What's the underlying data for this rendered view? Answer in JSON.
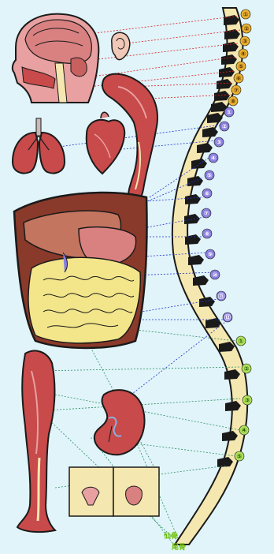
{
  "diagram": {
    "colors": {
      "background": "#e0f4fa",
      "bone": "#f5e7b0",
      "bone_shadow": "#1a1a1a",
      "cervical_dots": "#e8b030",
      "thoracic_dots": "#8a7fe0",
      "lumbar_dots": "#aee05a",
      "red_lines": "#e02020",
      "blue_lines": "#2233cc",
      "green_lines": "#2f8f5f",
      "muscle": "#c84a4a",
      "intestine": "#f3e58a"
    },
    "cervical": {
      "labels": [
        "①",
        "②",
        "③",
        "④",
        "⑤",
        "⑥",
        "⑦",
        "⑧"
      ]
    },
    "thoracic": {
      "labels": [
        "①",
        "②",
        "③",
        "④",
        "⑤",
        "⑥",
        "⑦",
        "⑧",
        "⑨",
        "⑩",
        "⑪",
        "⑫"
      ]
    },
    "lumbar": {
      "labels": [
        "①",
        "②",
        "③",
        "④",
        "⑤"
      ]
    },
    "sacrum_label": "仙骨",
    "coccyx_label": "尾骨",
    "organs": [
      "head-brain",
      "ear",
      "shoulder-arm",
      "lungs",
      "heart",
      "abdomen-organs",
      "leg",
      "kidney",
      "pelvic-organs"
    ]
  }
}
